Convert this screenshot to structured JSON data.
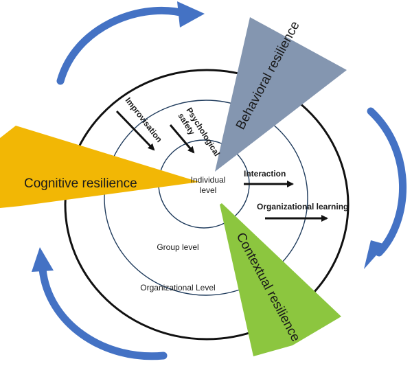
{
  "colors": {
    "cognitive": "#F2B705",
    "behavioral": "#8496B0",
    "contextual": "#8CC63F",
    "cycle_arrow": "#4472C4",
    "ring_stroke": "#1F3B5C",
    "outer_stroke": "#111111"
  },
  "wedges": {
    "cognitive": "Cognitive resilience",
    "behavioral": "Behavioral resilience",
    "contextual": "Contextual resilience"
  },
  "levels": {
    "individual_line1": "Individual",
    "individual_line2": "level",
    "group": "Group level",
    "organizational": "Organizational Level"
  },
  "mechanisms": {
    "improvisation": "Improvisation",
    "psych_safety_line1": "Psychological",
    "psych_safety_line2": "safety",
    "interaction": "Interaction",
    "org_learning": "Organizational learning"
  },
  "icons": {
    "cycle_arrows": "curved-arrow-icon",
    "mechanism_arrows": "arrow-right-icon"
  }
}
